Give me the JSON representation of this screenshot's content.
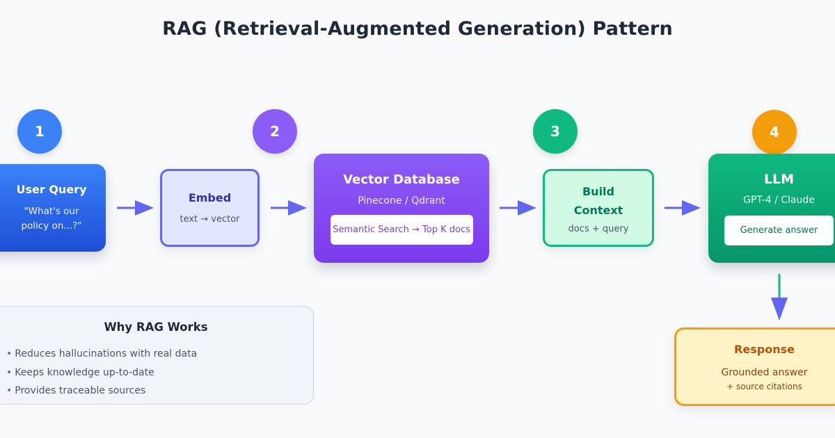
{
  "title": "RAG (Retrieval-Augmented Generation) Pattern",
  "steps": [
    {
      "label": "1",
      "color": "#3b82f6"
    },
    {
      "label": "2",
      "color": "#8b5cf6"
    },
    {
      "label": "3",
      "color": "#10b981"
    },
    {
      "label": "4",
      "color": "#f59e0b"
    }
  ],
  "user_query": {
    "heading": "User Query",
    "text_line1": "\"What's our",
    "text_line2": "policy on...?\""
  },
  "embed": {
    "heading": "Embed",
    "subtext": "text → vector"
  },
  "vector_db": {
    "heading": "Vector Database",
    "subtext": "Pinecone / Qdrant",
    "chip": "Semantic Search → Top K docs"
  },
  "context": {
    "heading_line1": "Build",
    "heading_line2": "Context",
    "subtext": "docs + query"
  },
  "llm": {
    "heading": "LLM",
    "subtext": "GPT-4 / Claude",
    "chip": "Generate answer"
  },
  "response": {
    "heading": "Response",
    "subtext": "Grounded answer",
    "tertiary": "+ source citations"
  },
  "why_rag": {
    "heading": "Why RAG Works",
    "bullets": [
      "Reduces hallucinations with real data",
      "Keeps knowledge up-to-date",
      "Provides traceable sources"
    ]
  },
  "colors": {
    "arrow": "#6366f1",
    "arrow_down_line": "#10b981"
  }
}
